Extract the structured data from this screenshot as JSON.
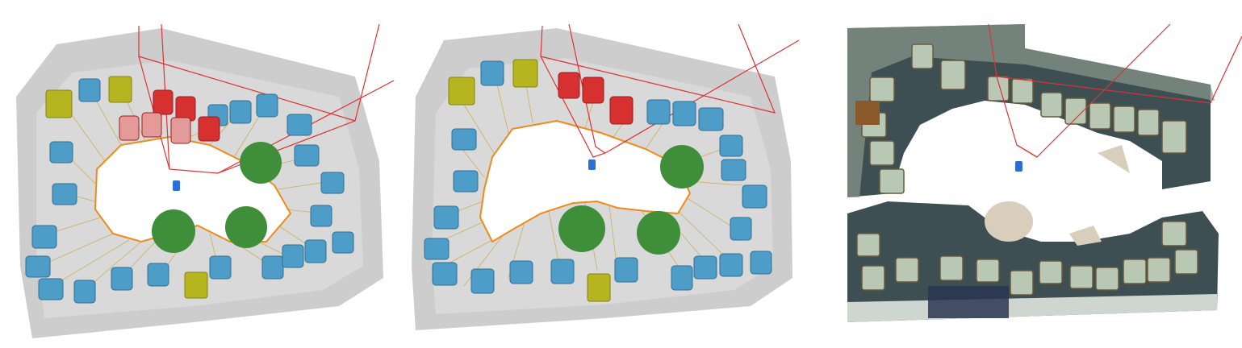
{
  "figure": {
    "panels": [
      {
        "id": "left",
        "content": "semantic-scene-graph-with-candidate-views"
      },
      {
        "id": "middle",
        "content": "semantic-scene-graph-with-candidate-views"
      },
      {
        "id": "right",
        "content": "reconstructed-point-cloud"
      }
    ]
  },
  "colors": {
    "chair_blue": "#4e9cc8",
    "chair_yellow": "#b7b51f",
    "chair_red": "#d63030",
    "chair_faded_red": "#e59a9a",
    "table_green": "#3e8e3a",
    "path_orange": "#f08a1a",
    "ray_gold": "#c9a53a",
    "frustum_red": "#e03232",
    "point_grey": "#b9b9b9",
    "floor_teal": "#3d4f52",
    "camera_blue": "#2a6ed6"
  },
  "icons": {
    "camera": "camera-icon",
    "chair": "chair-icon",
    "table": "table-icon"
  }
}
